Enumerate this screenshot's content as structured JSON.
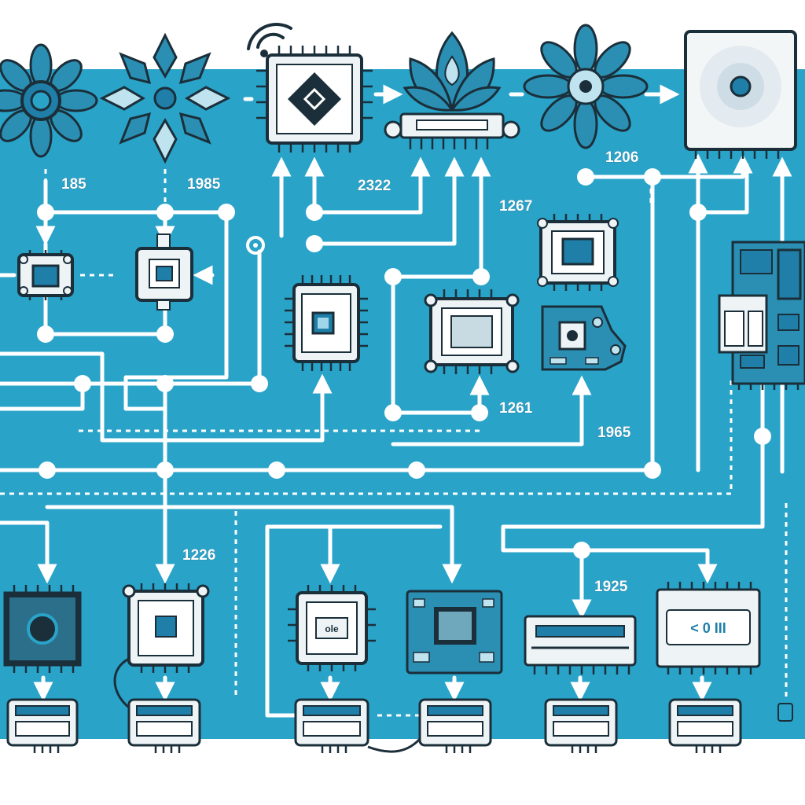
{
  "colors": {
    "background": "#2aa3c9",
    "wire": "#ffffff",
    "chip_outline": "#1b2f3a",
    "chip_fill": "#eef4f6",
    "accent": "#1f7fa8"
  },
  "labels": {
    "l1": "185",
    "l2": "1985",
    "l3": "2322",
    "l4": "1267",
    "l5": "1206",
    "l6": "1261",
    "l7": "1965",
    "l8": "1226",
    "l9": "1925"
  },
  "chips": {
    "mid_left_text": "ole",
    "bottom_right_text": "< 0 III"
  },
  "icons": [
    "lotus-flower-icon",
    "geometric-flower-icon",
    "diamond-chip-icon",
    "wifi-signal-icon",
    "leaf-droplet-icon",
    "mandala-flower-icon",
    "sensor-chip-icon",
    "circuit-board-icon",
    "connector-plug-icon"
  ]
}
